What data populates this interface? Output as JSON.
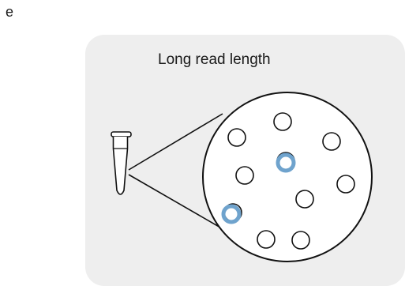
{
  "panel": {
    "letter": "e",
    "title": "Long read length"
  },
  "colors": {
    "card_background": "#eeeeee",
    "outline": "#111111",
    "highlight": "#6fa3cd"
  },
  "diagram": {
    "tube_icon": "microcentrifuge-tube-icon",
    "magnified_view": "well-array-magnified-circle",
    "wells_total": 10,
    "wells_occupied": 2
  }
}
